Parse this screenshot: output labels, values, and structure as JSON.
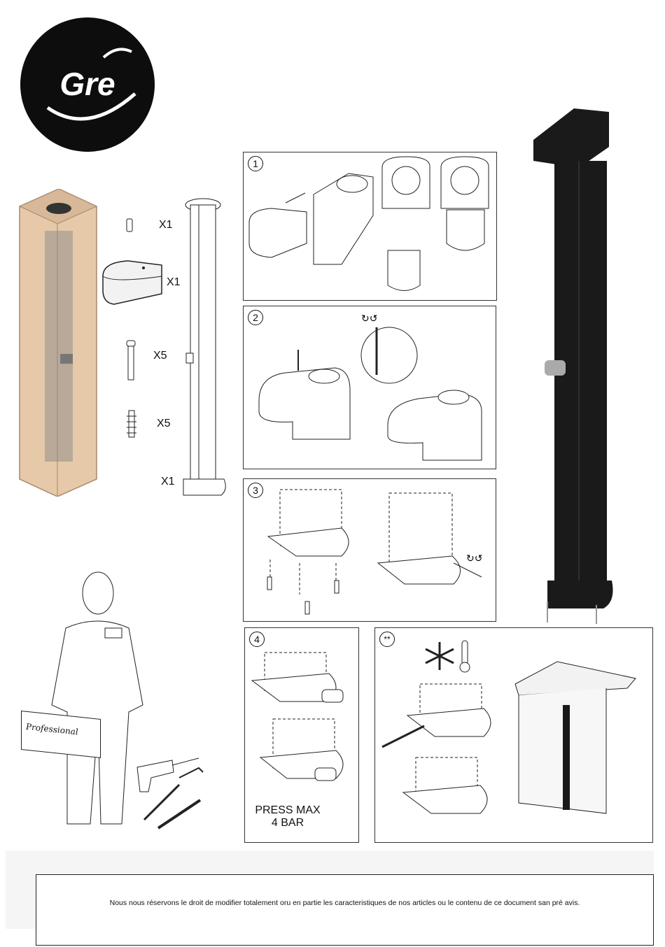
{
  "brand": {
    "logo_text": "Gre"
  },
  "components": [
    {
      "qty": "X1"
    },
    {
      "qty": "X1"
    },
    {
      "qty": "X5"
    },
    {
      "qty": "X5"
    },
    {
      "qty": "X1"
    }
  ],
  "steps": [
    {
      "number": "1"
    },
    {
      "number": "2"
    },
    {
      "number": "3"
    },
    {
      "number": "4"
    },
    {
      "number": "**"
    }
  ],
  "warning": {
    "line1": "PRESS MAX",
    "line2": "4 BAR"
  },
  "toolbox_label": "Professional",
  "footer": {
    "disclaimer": "Nous nous réservons le droit de modifier totalement oru en partie les caracteristiques de nos articles ou le contenu de ce document san pré avis."
  },
  "colors": {
    "logo_bg": "#0d0d0d",
    "shower_body": "#1a1a1a",
    "box": "#e6c9a8",
    "line": "#222222"
  }
}
